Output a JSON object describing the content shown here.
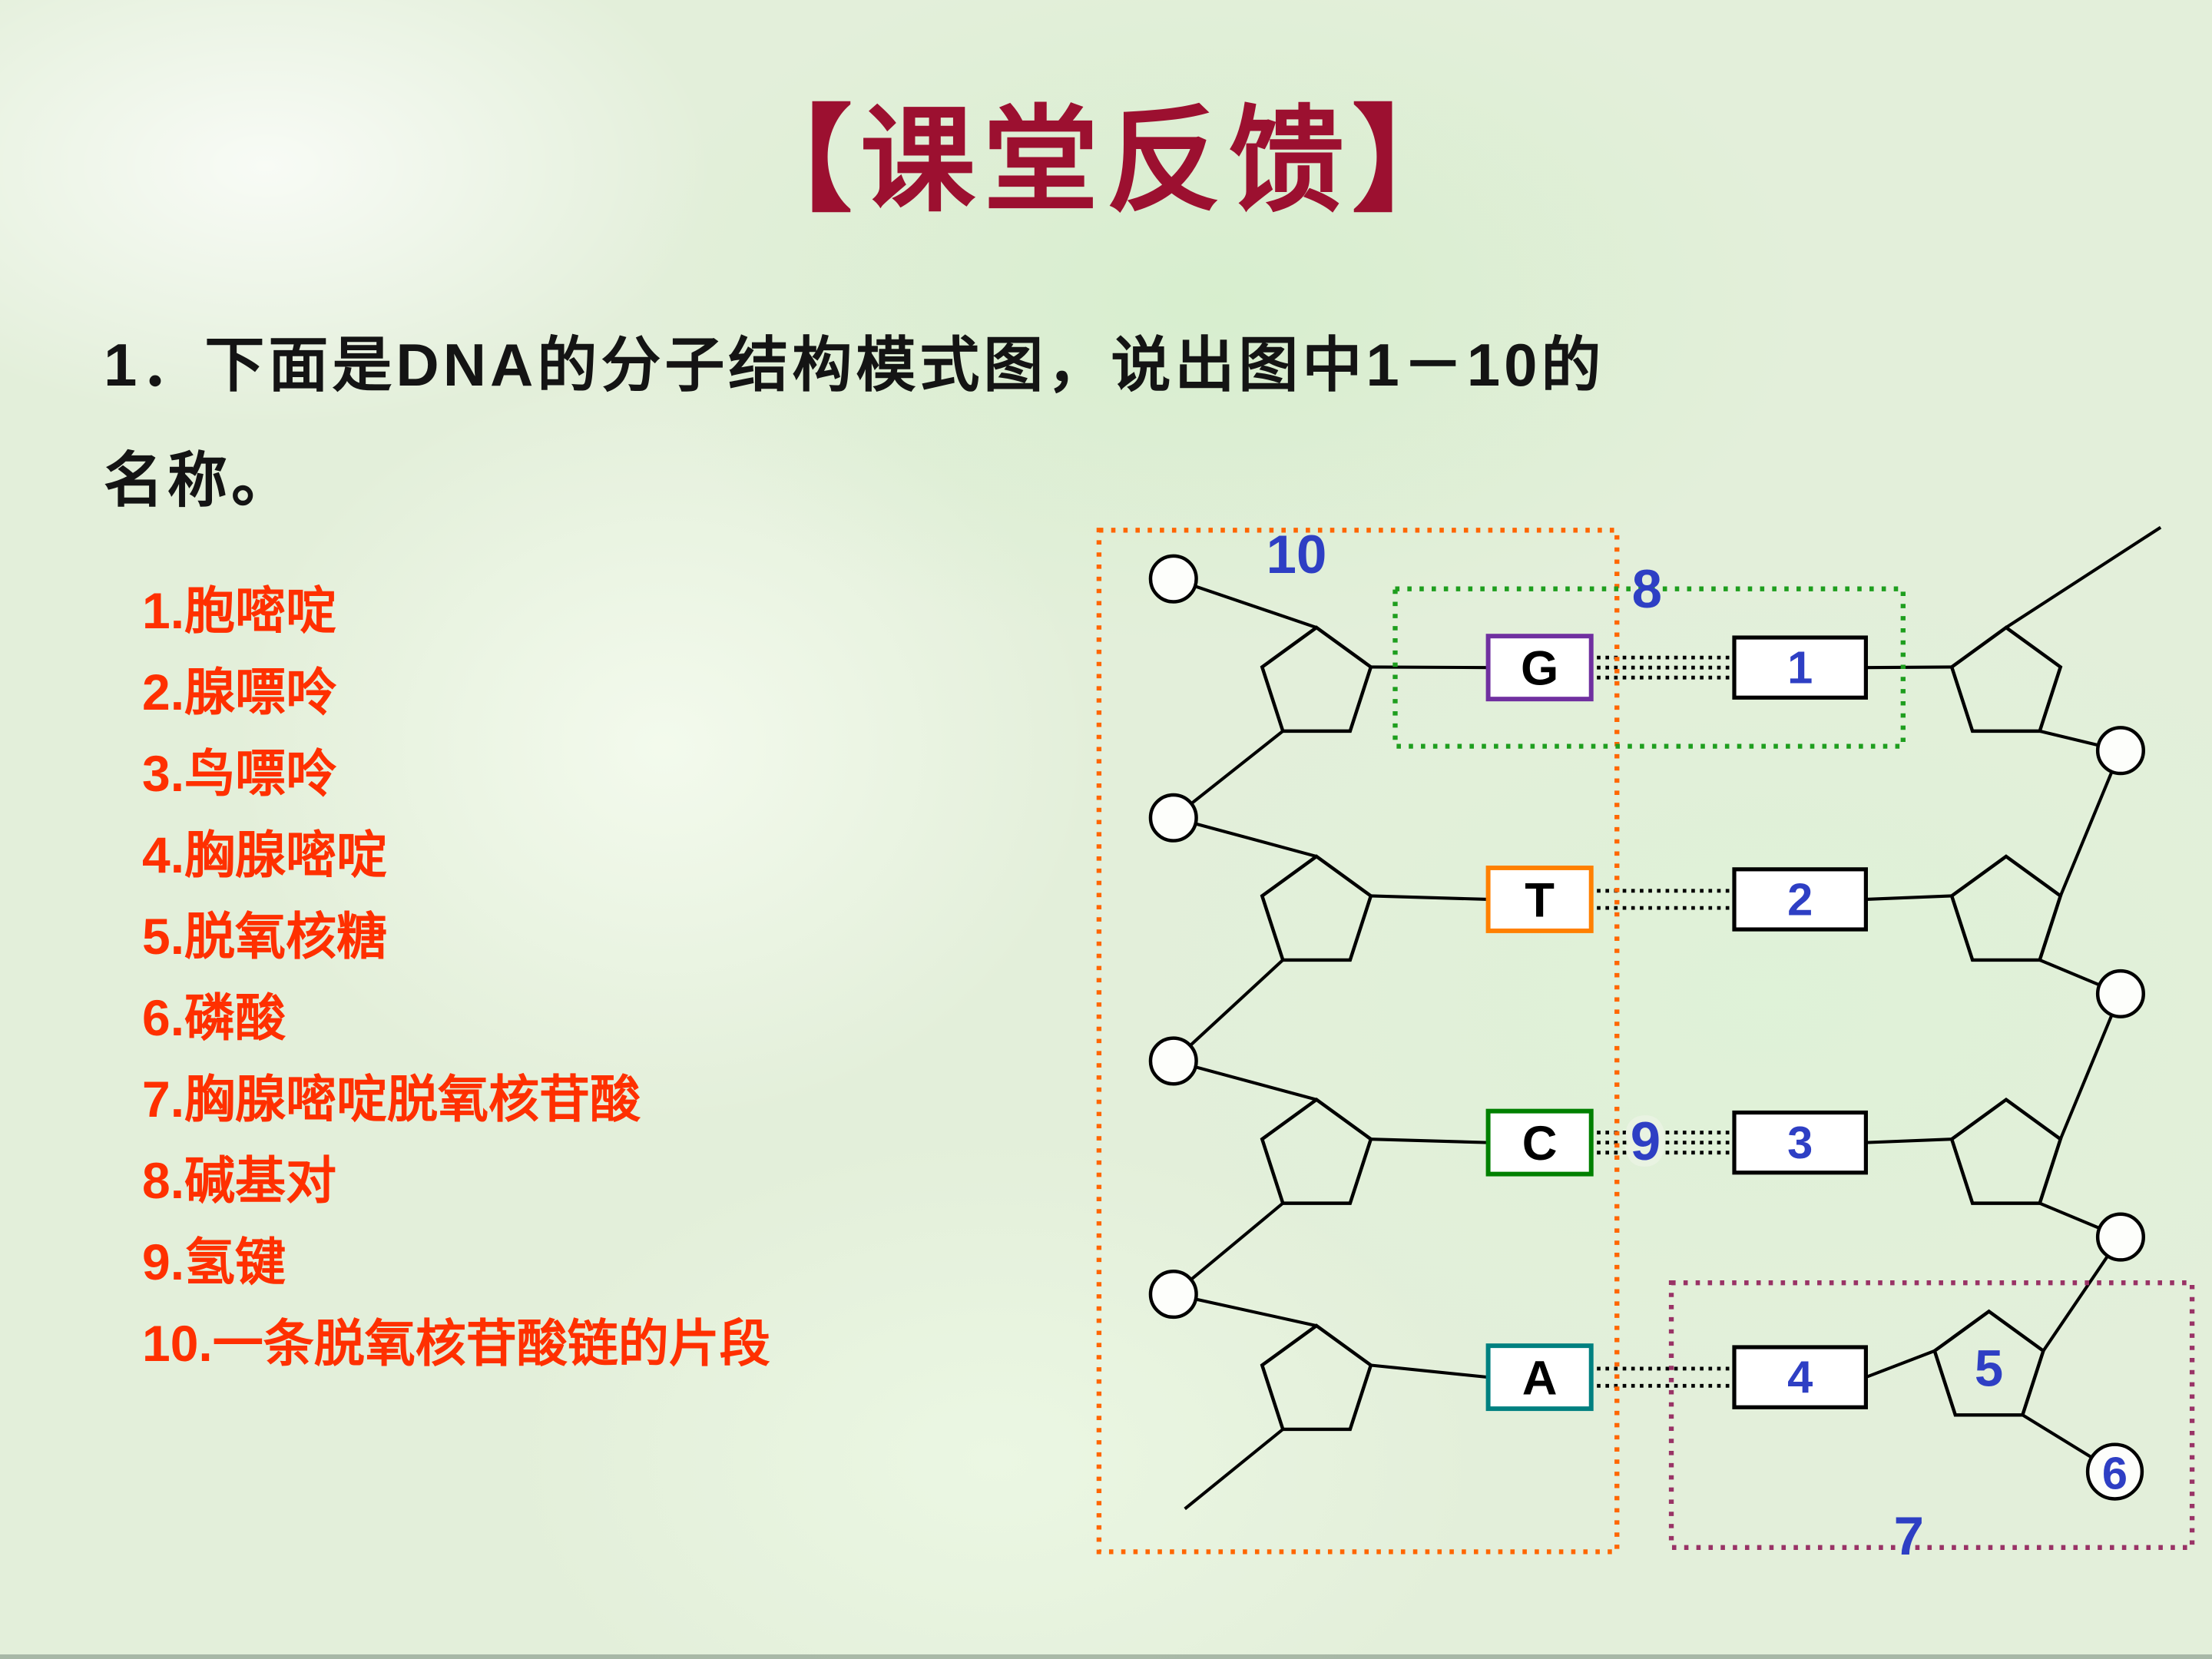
{
  "slide": {
    "title": "【课堂反馈】",
    "question": {
      "line1": "1．下面是DNA的分子结构模式图，说出图中1－10的",
      "line2": "名称。"
    },
    "answers": [
      "1.胞嘧啶",
      "2.腺嘌呤",
      "3.鸟嘌呤",
      "4.胸腺嘧啶",
      "5.脱氧核糖",
      "6.磷酸",
      "7.胸腺嘧啶脱氧核苷酸",
      "8.碱基对",
      "9.氢键",
      "10.一条脱氧核苷酸链的片段"
    ],
    "title_color": "#9c1030",
    "answer_color": "#ff3000"
  },
  "diagram": {
    "bases": [
      "G",
      "T",
      "C",
      "A"
    ],
    "pair_numbers": [
      "1",
      "2",
      "3",
      "4"
    ],
    "labels": {
      "strand_fragment": "10",
      "base_pair": "8",
      "hydrogen_bond": "9",
      "sugar": "5",
      "phosphate": "6",
      "nucleotide": "7"
    },
    "colors": {
      "g_box": "#7030a0",
      "t_box": "#ff8000",
      "c_box": "#008000",
      "a_box": "#008080",
      "strand_outline_box": "#ff6600",
      "base_pair_box": "#1e9e1e",
      "nucleotide_box": "#993366",
      "number_blue": "#2e3fc4"
    }
  }
}
